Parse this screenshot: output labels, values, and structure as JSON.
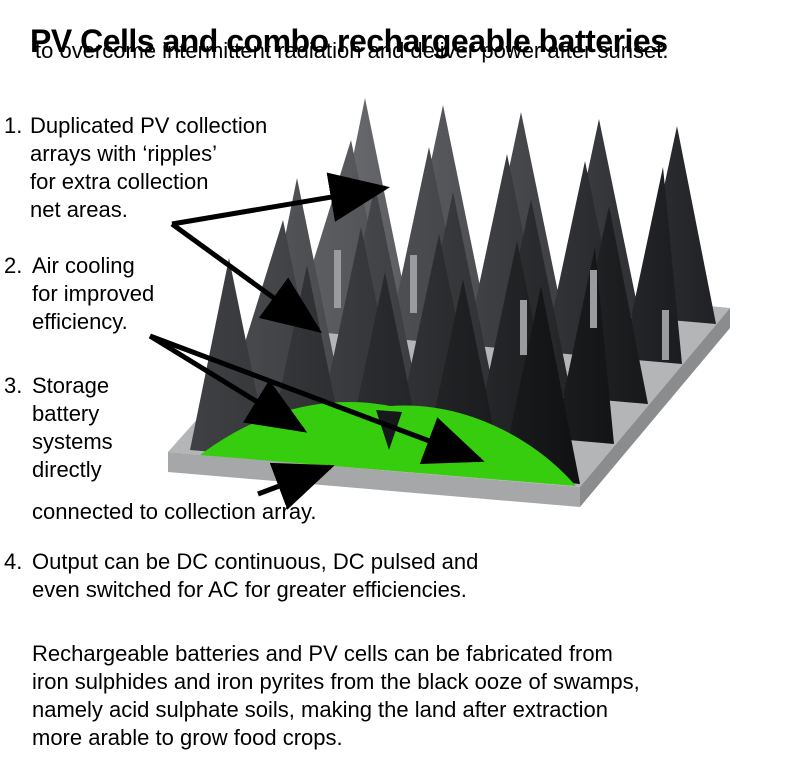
{
  "title": "PV Cells and combo rechargeable batteries",
  "subtitle": "to overcome intermittent radiation and deliver power after sunset.",
  "annotations": [
    {
      "number": "1.",
      "lines": [
        "Duplicated PV collection",
        "arrays with ‘ripples’",
        "for extra collection",
        "net areas."
      ]
    },
    {
      "number": "2.",
      "lines": [
        "Air cooling",
        "for improved",
        "efficiency."
      ]
    },
    {
      "number": "3.",
      "lines": [
        "Storage",
        "battery",
        "systems",
        "directly",
        "connected to collection array."
      ]
    },
    {
      "number": "4.",
      "lines": [
        "Output can be DC continuous, DC pulsed and",
        "even switched for AC for greater efficiencies."
      ]
    }
  ],
  "paragraph_lines": [
    "Rechargeable batteries and PV cells can be fabricated from",
    "iron sulphides and iron pyrites from the black ooze of swamps,",
    "namely acid sulphate soils, making the land after extraction",
    "more arable to grow food crops."
  ],
  "colors": {
    "background": "#ffffff",
    "text": "#000000",
    "arrow": "#000000",
    "battery_green": "#35cd0d",
    "base": "#b4b5b7",
    "base_front": "#a6a7a9",
    "base_side": "#8b8c8e",
    "fin_dark": "#141517",
    "fin_light": "#6b6d71"
  }
}
